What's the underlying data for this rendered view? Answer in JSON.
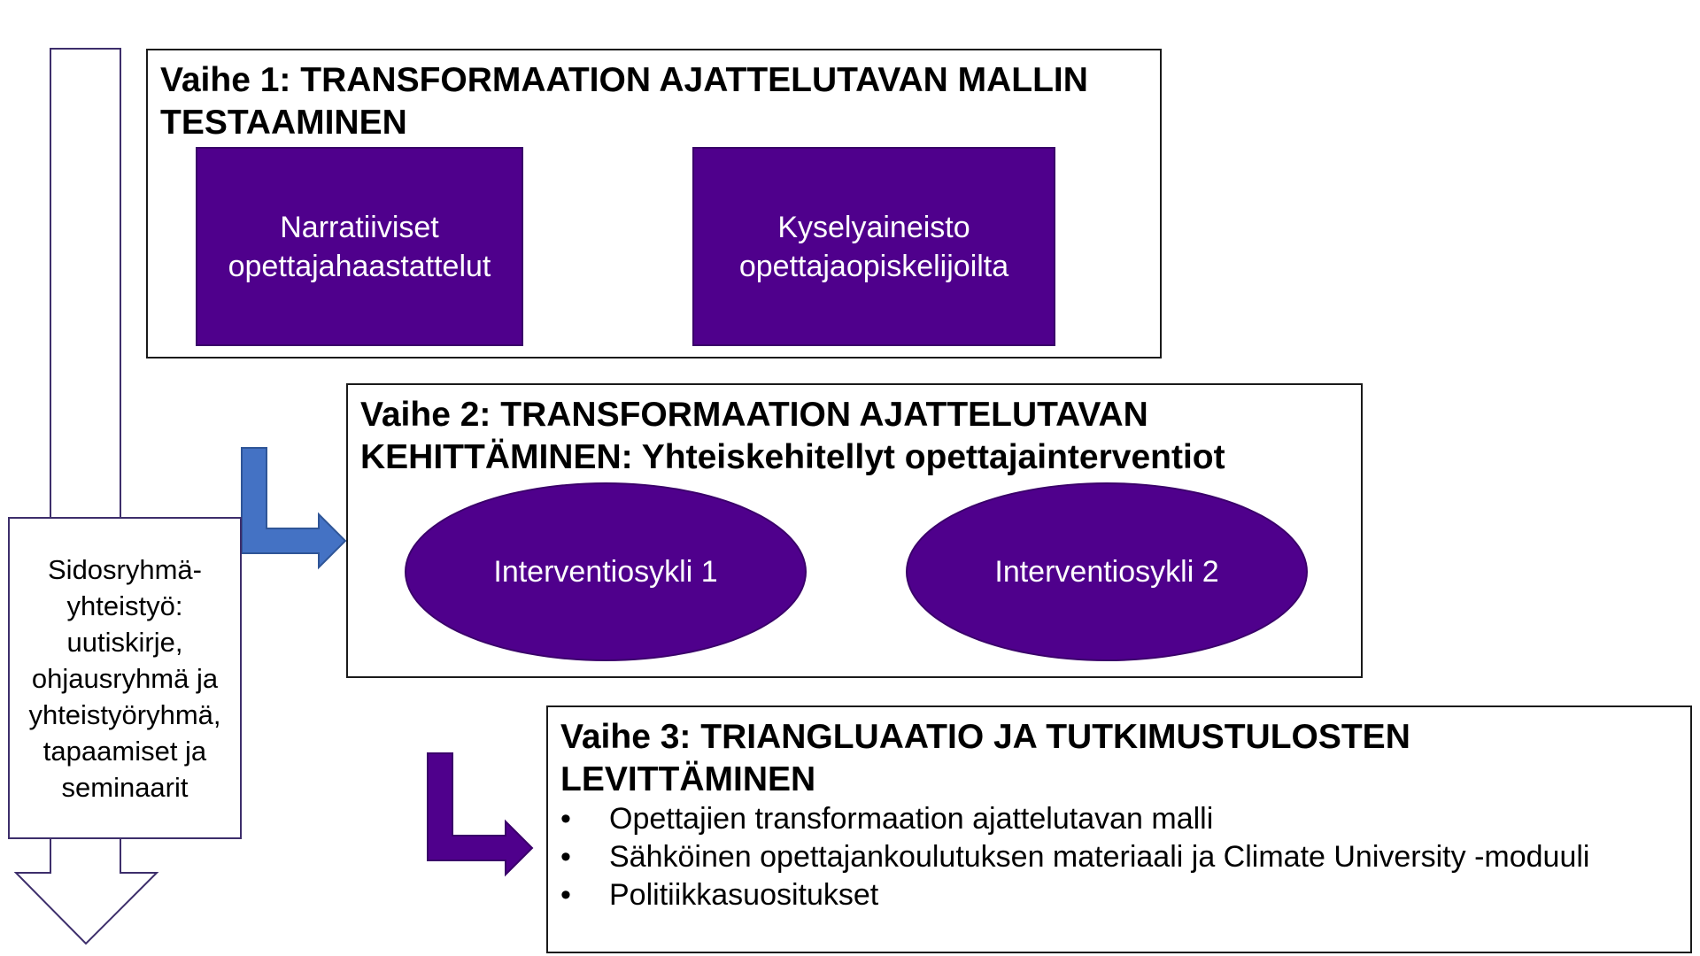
{
  "phase1": {
    "title": "Vaihe 1: TRANSFORMAATION AJATTELUTAVAN MALLIN TESTAAMINEN",
    "box_left": "Narratiiviset opettajahaastattelut",
    "box_right": "Kyselyaineisto opettajaopiskelijoilta"
  },
  "phase2": {
    "title_bold": "Vaihe 2: TRANSFORMAATION AJATTELUTAVAN KEHITTÄMINEN:",
    "title_rest": "Yhteiskehitellyt opettajainterventiot",
    "oval_left": "Interventiosykli 1",
    "oval_right": "Interventiosykli 2"
  },
  "phase3": {
    "title": "Vaihe 3: TRIANGLUAATIO JA TUTKIMUSTULOSTEN LEVITTÄMINEN",
    "bullets": [
      "Opettajien transformaation ajattelutavan malli",
      "Sähköinen opettajankoulutuksen materiaali ja Climate University -moduuli",
      "Politiikkasuositukset"
    ],
    "bullet_symbol": "•"
  },
  "stakeholder": {
    "text": "Sidosryhmä-yhteistyö: uutiskirje, ohjausryhmä ja yhteistyöryhmä, tapaamiset ja seminaarit"
  },
  "colors": {
    "purple": "#4f008c",
    "blue_arrow": "#4472c4",
    "outline_arrow": "#3d2e6b"
  }
}
